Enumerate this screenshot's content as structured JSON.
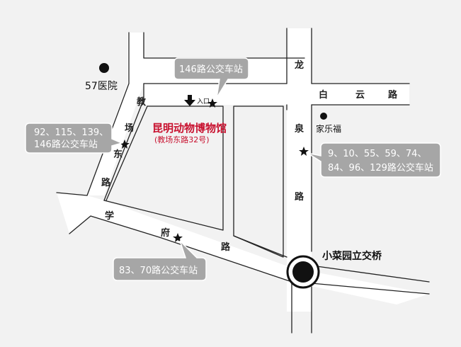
{
  "museum": {
    "name": "昆明动物博物馆",
    "address": "(教场东路32号)"
  },
  "entrance_label": "入口",
  "landmarks": {
    "hospital": "57医院",
    "jialefu": "家乐福",
    "interchange": "小菜园立交桥"
  },
  "roads": {
    "jiaochang_dong_lu": [
      "教",
      "场",
      "东",
      "路"
    ],
    "baiyun_lu": [
      "白",
      "云",
      "路"
    ],
    "longquan_lu": [
      "龙",
      "泉",
      "路"
    ],
    "xuefu_lu": [
      "学",
      "府",
      "路"
    ]
  },
  "bus_stops": {
    "north": [
      "146路公交车站"
    ],
    "west": [
      "92、115、139、",
      "146路公交车站"
    ],
    "east": [
      "9、10、55、59、74、",
      "84、96、129路公交车站"
    ],
    "south": [
      "83、70路公交车站"
    ]
  },
  "colors": {
    "background": "#f2f2f2",
    "road_fill": "#ffffff",
    "road_line": "#222222",
    "callout": "#a6a6a6",
    "museum_text": "#c8102e"
  }
}
